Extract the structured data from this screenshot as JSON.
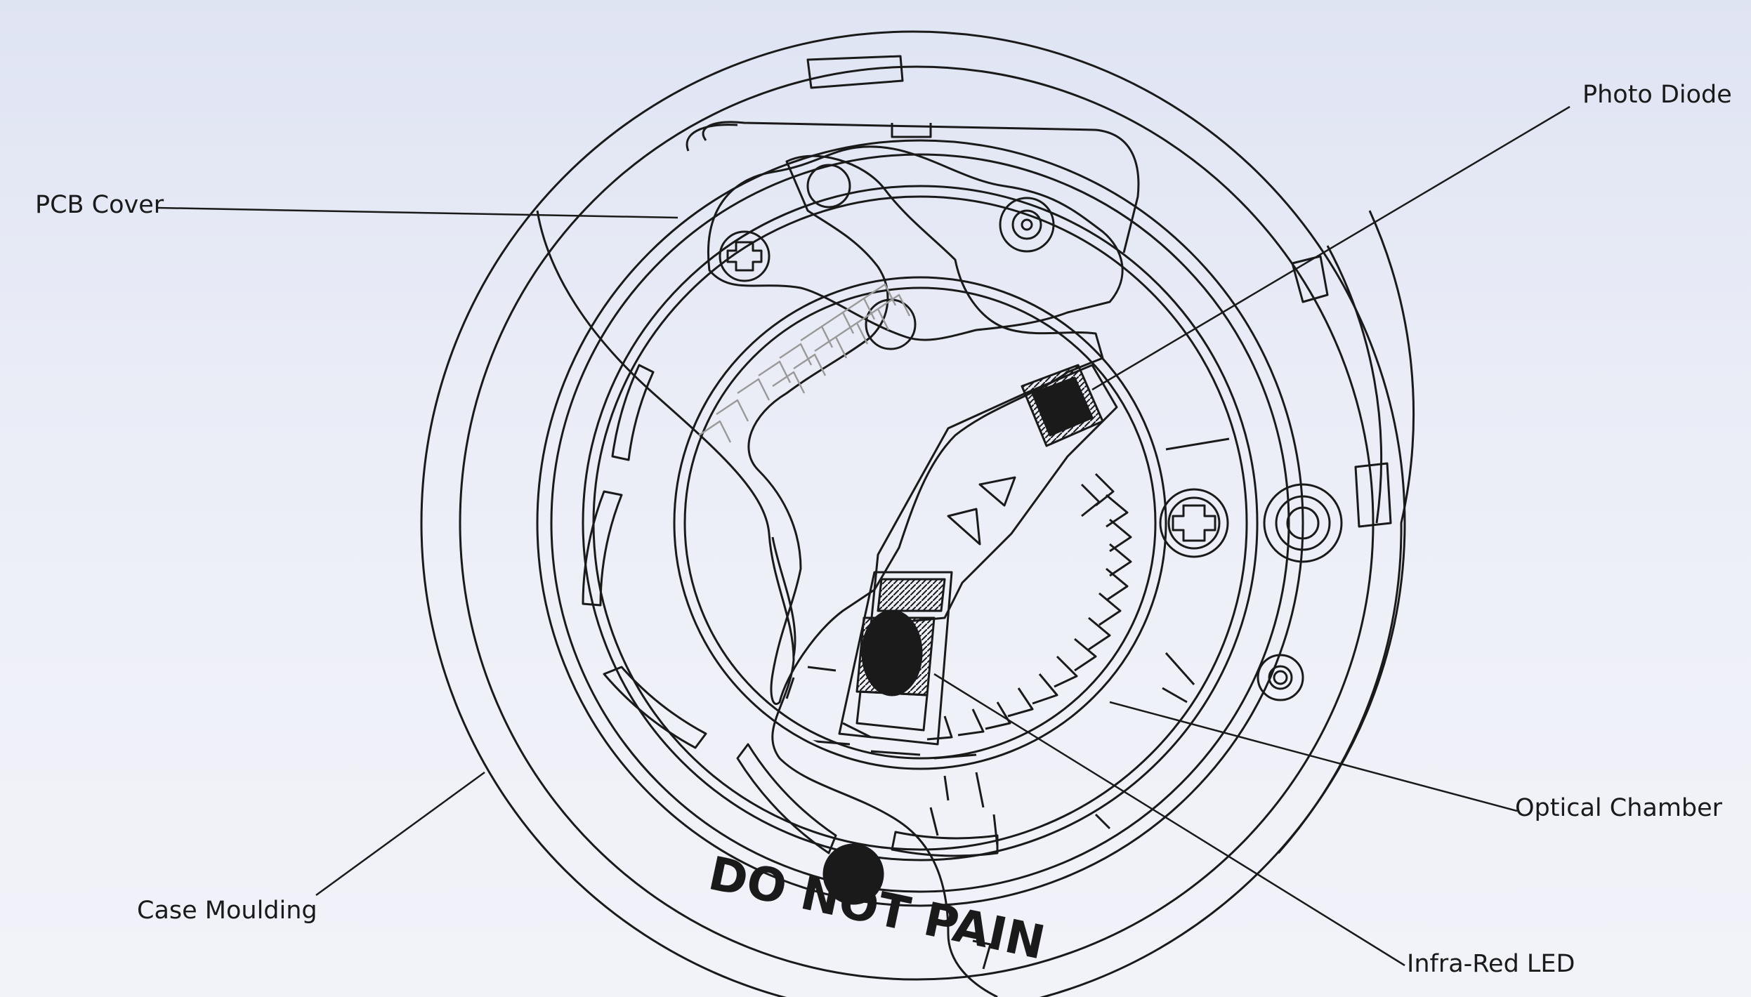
{
  "labels": {
    "pcb_cover": "PCB Cover",
    "photo_diode": "Photo Diode",
    "optical_chamber": "Optical Chamber",
    "case_moulding": "Case Moulding",
    "infra_red_led": "Infra-Red LED"
  },
  "embossed_text": "DO NOT PAIN",
  "colors": {
    "background_top": "#dfe4f3",
    "background_bottom": "#f2f3f9",
    "line": "#1a1a1a",
    "chevron_faint": "#9a9a9a"
  }
}
